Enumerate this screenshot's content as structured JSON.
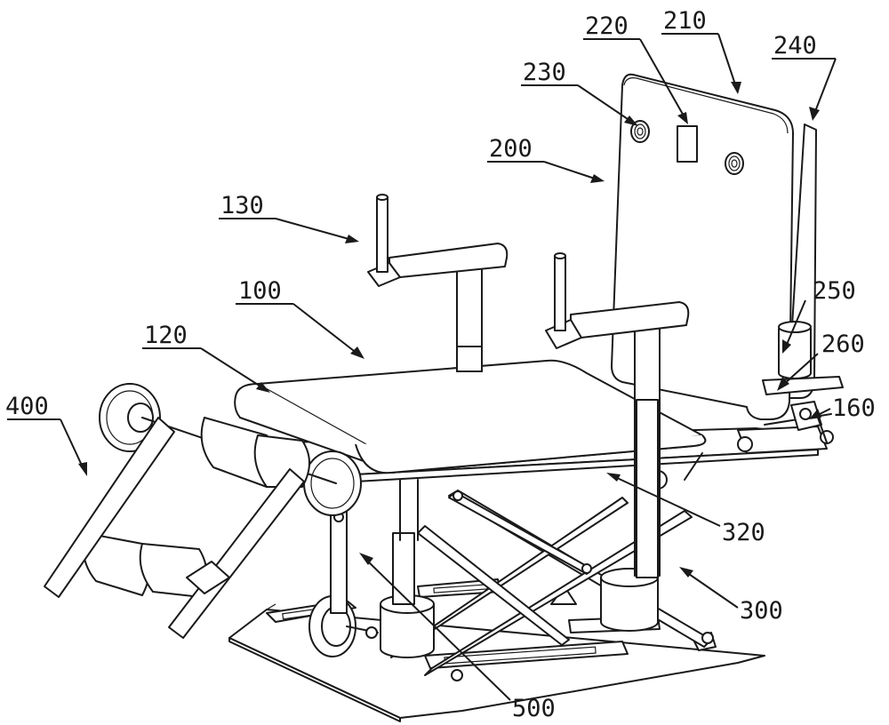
{
  "labels": {
    "l100": "100",
    "l120": "120",
    "l130": "130",
    "l160": "160",
    "l200": "200",
    "l210": "210",
    "l220": "220",
    "l230": "230",
    "l240": "240",
    "l250": "250",
    "l260": "260",
    "l300": "300",
    "l320": "320",
    "l400": "400",
    "l500": "500"
  },
  "colors": {
    "line": "#1a1a1a",
    "background": "#ffffff"
  }
}
